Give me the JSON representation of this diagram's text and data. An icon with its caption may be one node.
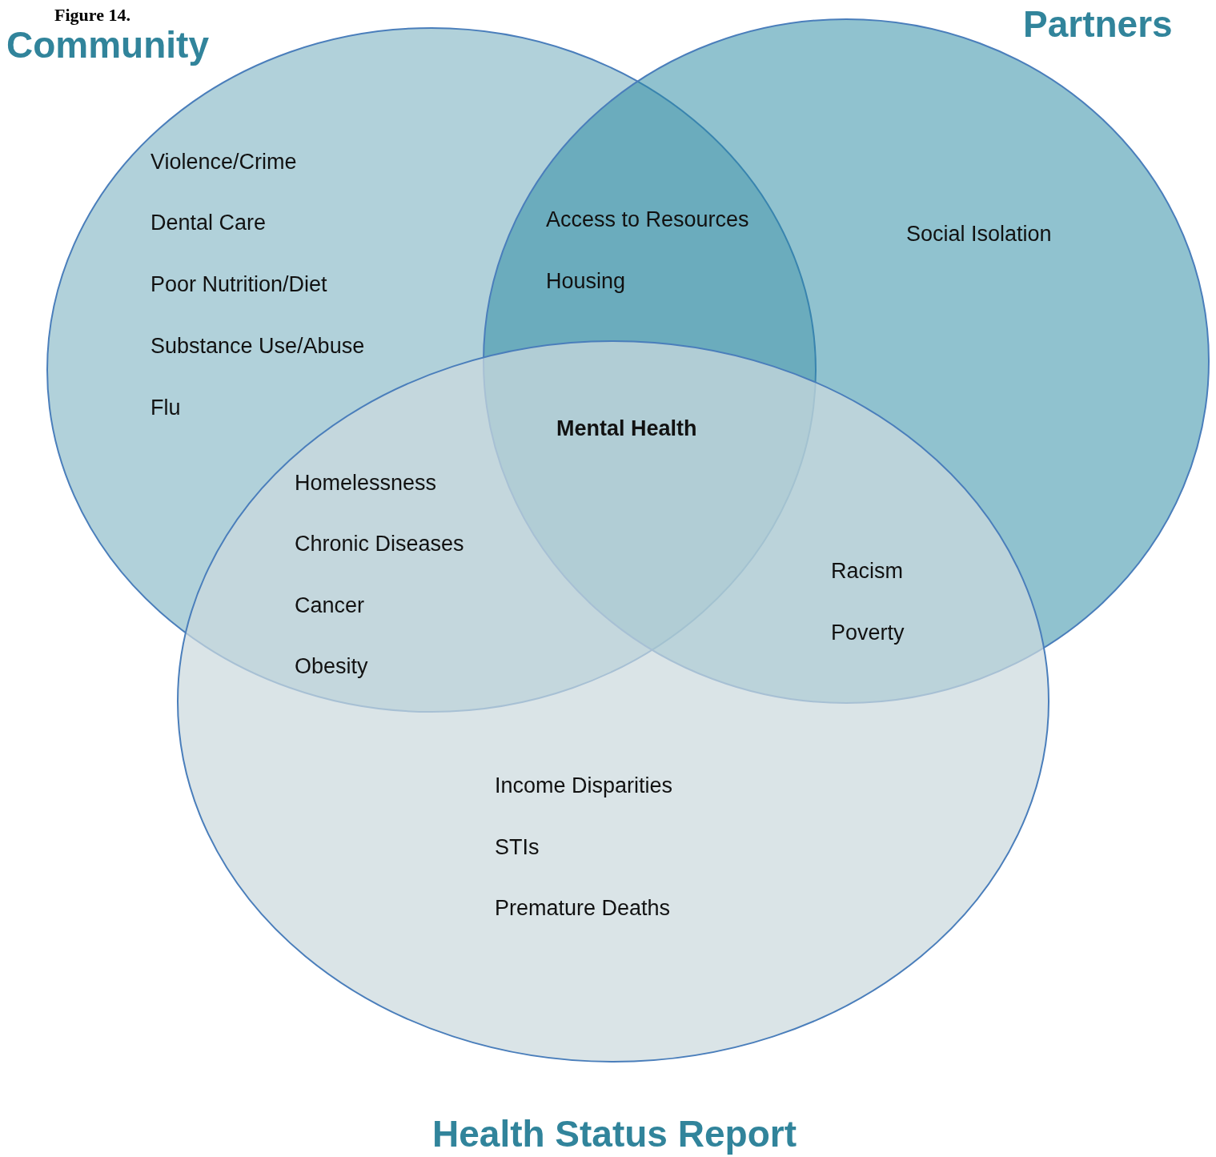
{
  "diagram": {
    "title": "Figure 14.",
    "nodes": [
      {
        "text": [
          "Community"
        ]
      },
      {
        "text": [
          "Partners"
        ]
      },
      {
        "text": [
          "Health Status Report"
        ]
      }
    ],
    "labels": [
      "Violence/Crime",
      "Dental Care",
      "Poor Nutrition/Diet",
      "Substance Use/Abuse",
      "Flu",
      "Access to Resources",
      "Housing",
      "Social Isolation",
      "Mental Health",
      "Homelessness",
      "Chronic Diseases",
      "Cancer",
      "Obesity",
      "Racism",
      "Poverty",
      "Income Disparities",
      "STIs",
      "Premature Deaths"
    ]
  }
}
